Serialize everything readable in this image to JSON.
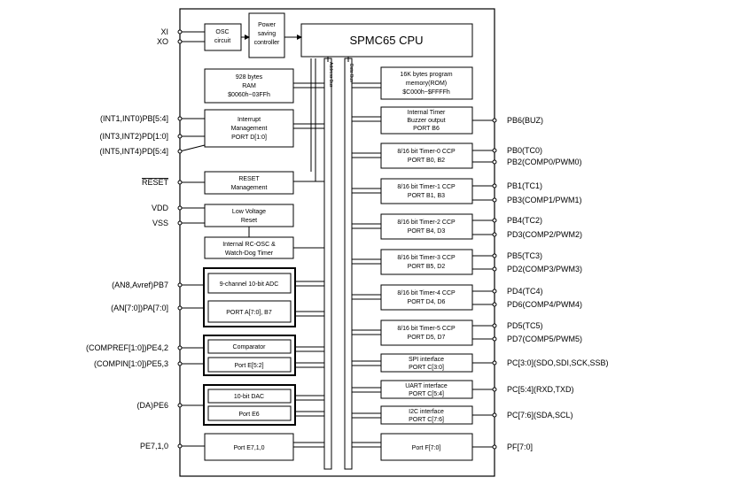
{
  "cpu": {
    "title": "SPMC65 CPU"
  },
  "bus": {
    "address_label": "Address Bus",
    "data_label": "Data Bus"
  },
  "blocks": {
    "osc": [
      "OSC",
      "circuit"
    ],
    "power": [
      "Power",
      "saving",
      "controller"
    ],
    "ram": [
      "928 bytes",
      "RAM",
      "$0060h~03FFh"
    ],
    "rom": [
      "16K bytes program",
      "memory(ROM)",
      "$C000h~$FFFFh"
    ],
    "interrupt": [
      "Interrupt",
      "Management",
      "PORT D[1:0]"
    ],
    "reset": [
      "RESET",
      "Management"
    ],
    "lvr": [
      "Low Voltage",
      "Reset"
    ],
    "rcosc": [
      "Internal RC-OSC &",
      "Watch-Dog Timer"
    ],
    "adc": [
      "9-channel 10-bit ADC"
    ],
    "porta": [
      "PORT A[7:0],   B7"
    ],
    "comparator": [
      "Comparator"
    ],
    "porte52": [
      "Port E[5:2]"
    ],
    "dac": [
      "10-bit DAC"
    ],
    "porte6": [
      "Port E6"
    ],
    "porte710": [
      "Port E7,1,0"
    ],
    "buzzer": [
      "Internal Timer",
      "Buzzer output",
      "PORT B6"
    ],
    "timer0": [
      "8/16 bit Timer-0 CCP",
      "PORT B0, B2"
    ],
    "timer1": [
      "8/16 bit Timer-1 CCP",
      "PORT B1, B3"
    ],
    "timer2": [
      "8/16 bit Timer-2 CCP",
      "PORT B4, D3"
    ],
    "timer3": [
      "8/16 bit Timer-3 CCP",
      "PORT B5, D2"
    ],
    "timer4": [
      "8/16 bit Timer-4 CCP",
      "PORT D4, D6"
    ],
    "timer5": [
      "8/16 bit Timer-5 CCP",
      "PORT D5, D7"
    ],
    "spi": [
      "SPI interface",
      "PORT C[3:0]"
    ],
    "uart": [
      "UART interface",
      "PORT C[5:4]"
    ],
    "i2c": [
      "I2C interface",
      "PORT C[7:6]"
    ],
    "portf": [
      "Port F[7:0]"
    ]
  },
  "left_pins": {
    "xi": "XI",
    "xo": "XO",
    "pb54": "(INT1,INT0)PB[5:4]",
    "pd10": "(INT3,INT2)PD[1:0]",
    "pd54": "(INT5,INT4)PD[5:4]",
    "reset": "RESET",
    "vdd": "VDD",
    "vss": "VSS",
    "pb7": "(AN8,Avref)PB7",
    "pa70": "(AN[7:0])PA[7:0]",
    "pe42": "(COMPREF[1:0])PE4,2",
    "pe53": "(COMPIN[1:0])PE5,3",
    "pe6": "(DA)PE6",
    "pe710": "PE7,1,0"
  },
  "right_pins": {
    "pb6": "PB6(BUZ)",
    "pb0": "PB0(TC0)",
    "pb2": "PB2(COMP0/PWM0)",
    "pb1": "PB1(TC1)",
    "pb3": "PB3(COMP1/PWM1)",
    "pb4": "PB4(TC2)",
    "pd3": "PD3(COMP2/PWM2)",
    "pb5": "PB5(TC3)",
    "pd2": "PD2(COMP3/PWM3)",
    "pd4": "PD4(TC4)",
    "pd6": "PD6(COMP4/PWM4)",
    "pd5": "PD5(TC5)",
    "pd7": "PD7(COMP5/PWM5)",
    "pc30": "PC[3:0](SDO,SDI,SCK,SSB)",
    "pc54": "PC[5:4](RXD,TXD)",
    "pc76": "PC[7:6](SDA,SCL)",
    "pf70": "PF[7:0]"
  }
}
